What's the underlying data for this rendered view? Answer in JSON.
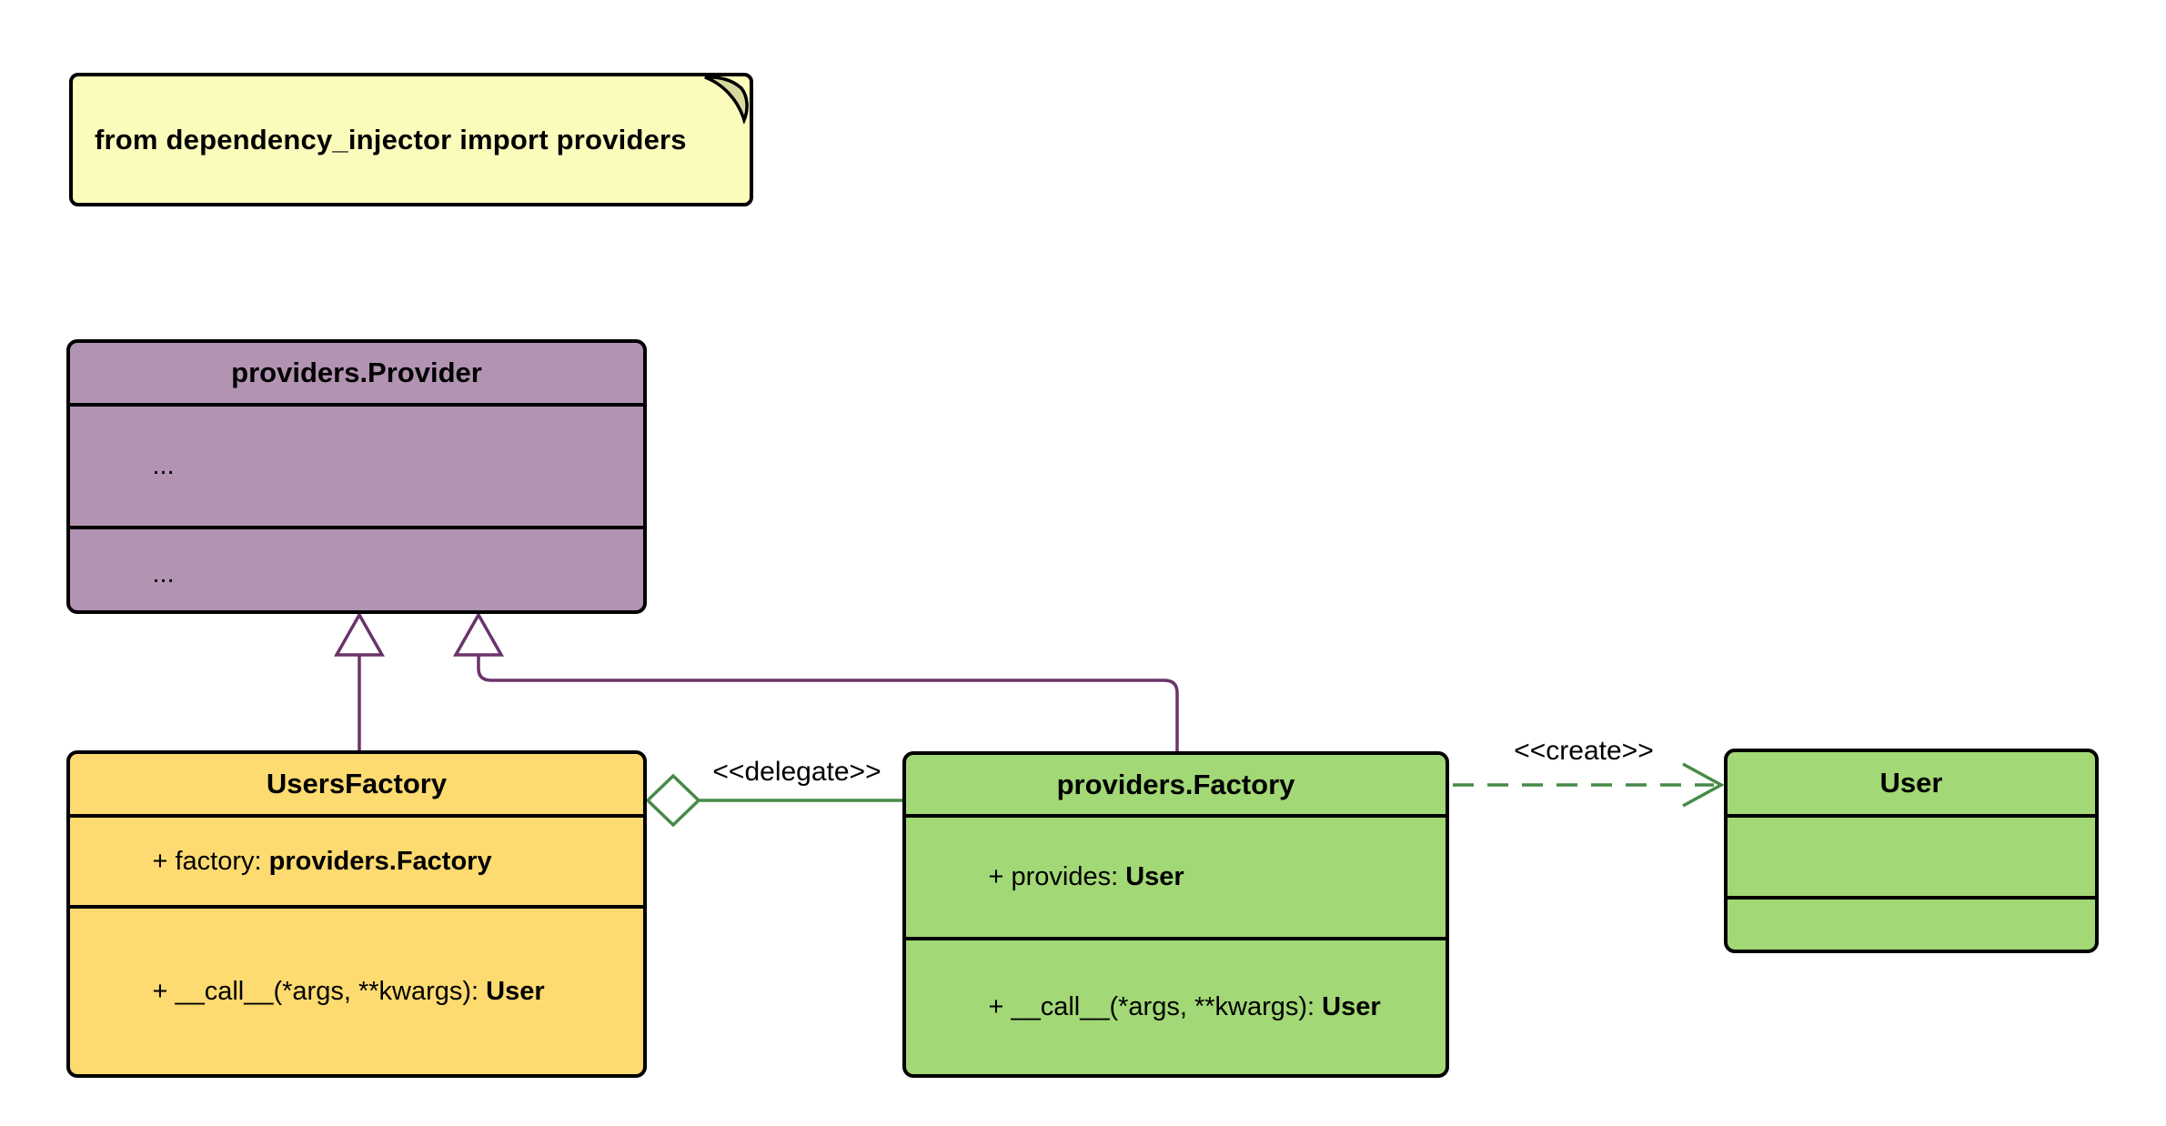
{
  "note": {
    "text": "from dependency_injector import providers",
    "fill": "#FBFBBC",
    "fold_fill": "#D9D99E"
  },
  "classes": {
    "provider": {
      "title": "providers.Provider",
      "fill": "#B294B2",
      "attributes": [
        {
          "prefix": "...",
          "type": ""
        }
      ],
      "methods": [
        {
          "prefix": "...",
          "type": ""
        }
      ]
    },
    "users_factory": {
      "title": "UsersFactory",
      "fill": "#FDDB70",
      "attributes": [
        {
          "prefix": "+ factory: ",
          "type": "providers.Factory"
        }
      ],
      "methods": [
        {
          "prefix": "+ __call__(*args, **kwargs): ",
          "type": "User"
        }
      ]
    },
    "factory": {
      "title": "providers.Factory",
      "fill": "#A2D876",
      "attributes": [
        {
          "prefix": "+ provides: ",
          "type": "User"
        }
      ],
      "methods": [
        {
          "prefix": "+ __call__(*args, **kwargs): ",
          "type": "User"
        }
      ]
    },
    "user": {
      "title": "User",
      "fill": "#A2D876",
      "attributes": [],
      "methods": []
    }
  },
  "edges": {
    "delegate_label": "<<delegate>>",
    "create_label": "<<create>>",
    "inheritance_color": "#6A336A",
    "association_color": "#478A47"
  }
}
